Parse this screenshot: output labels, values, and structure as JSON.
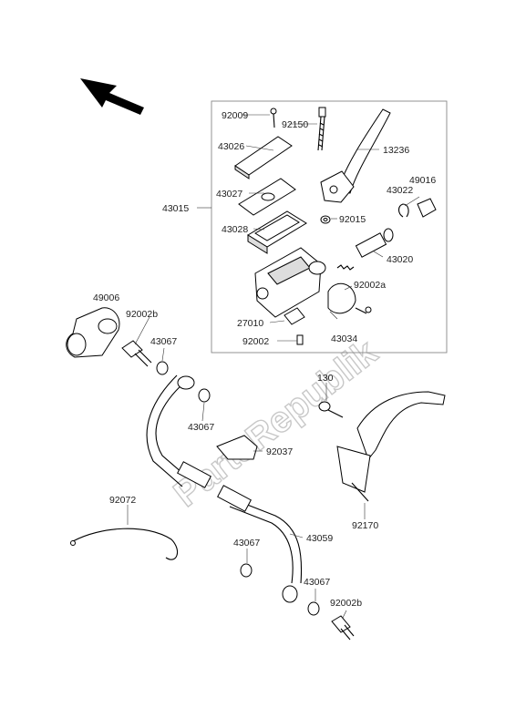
{
  "watermark": "PartsRepublik",
  "labels": {
    "p92009": "92009",
    "p92150": "92150",
    "p43026": "43026",
    "p13236": "13236",
    "p49016": "49016",
    "p43027": "43027",
    "p43022": "43022",
    "p43015": "43015",
    "p92015": "92015",
    "p43028": "43028",
    "p43020": "43020",
    "p92002a": "92002a",
    "p49006": "49006",
    "p92002b_top": "92002b",
    "p27010": "27010",
    "p43067_a": "43067",
    "p92002": "92002",
    "p43034": "43034",
    "p130": "130",
    "p43067_b": "43067",
    "p92037": "92037",
    "p92072": "92072",
    "p92170": "92170",
    "p43059": "43059",
    "p43067_c": "43067",
    "p43067_d": "43067",
    "p92002b_bottom": "92002b"
  }
}
